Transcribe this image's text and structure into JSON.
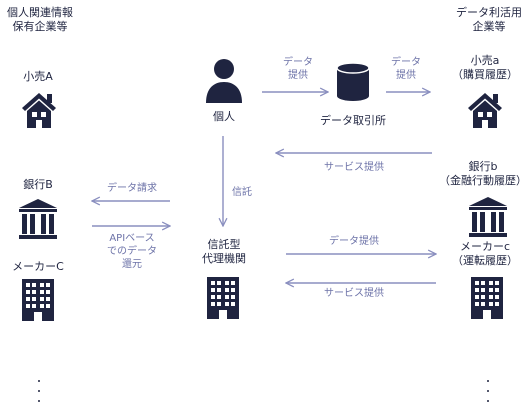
{
  "headers": {
    "left_line1": "個人関連情報",
    "left_line2": "保有企業等",
    "right_line1": "データ利活用",
    "right_line2": "企業等"
  },
  "left_entities": {
    "retail_a": "小売A",
    "bank_b": "銀行B",
    "maker_c": "メーカーC"
  },
  "center": {
    "individual": "個人",
    "exchange": "データ取引所",
    "trust_bank_line1": "信託型",
    "trust_bank_line2": "代理機関",
    "trust": "信託"
  },
  "right_entities": {
    "retail_a_line1": "小売a",
    "retail_a_line2": "（購買履歴）",
    "bank_b_line1": "銀行b",
    "bank_b_line2": "（金融行動履歴）",
    "maker_c_line1": "メーカーc",
    "maker_c_line2": "（運転履歴）"
  },
  "arrows": {
    "data_provide_line1": "データ",
    "data_provide_line2": "提供",
    "data_provide2_line1": "データ",
    "data_provide2_line2": "提供",
    "service_provide_top": "サービス提供",
    "data_request": "データ請求",
    "api_line1": "APIベース",
    "api_line2": "でのデータ",
    "api_line3": "還元",
    "data_provide_bottom": "データ提供",
    "service_provide_bottom": "サービス提供"
  },
  "colors": {
    "icon": "#1f2440",
    "arrow": "#8a8fbf",
    "label": "#6d73a8"
  }
}
